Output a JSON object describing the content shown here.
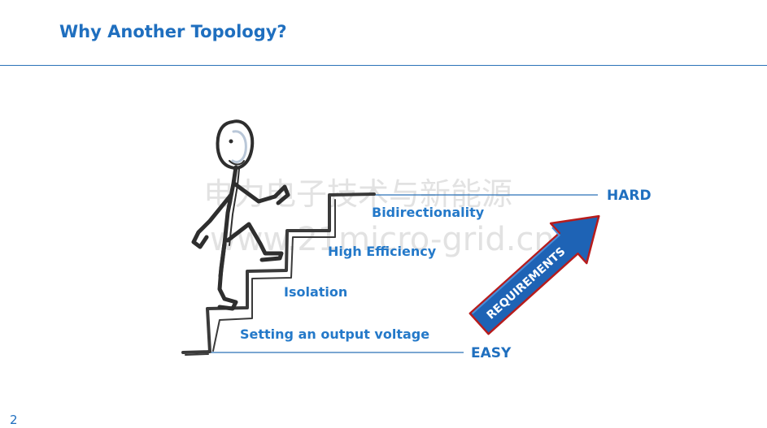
{
  "slide": {
    "title": "Why Another Topology?",
    "page_number": "2"
  },
  "steps": [
    "Setting an output voltage",
    "Isolation",
    "High Efficiency",
    "Bidirectionality"
  ],
  "scale": {
    "low_label": "EASY",
    "high_label": "HARD",
    "arrow_label": "REQUIREMENTS"
  },
  "watermark": {
    "line1": "电力电子技术与新能源",
    "line2": "www.21micro-grid.cn"
  },
  "colors": {
    "accent": "#1f6fbf",
    "arrow_fill": "#1e63b5",
    "arrow_edge": "#b71c1c"
  }
}
